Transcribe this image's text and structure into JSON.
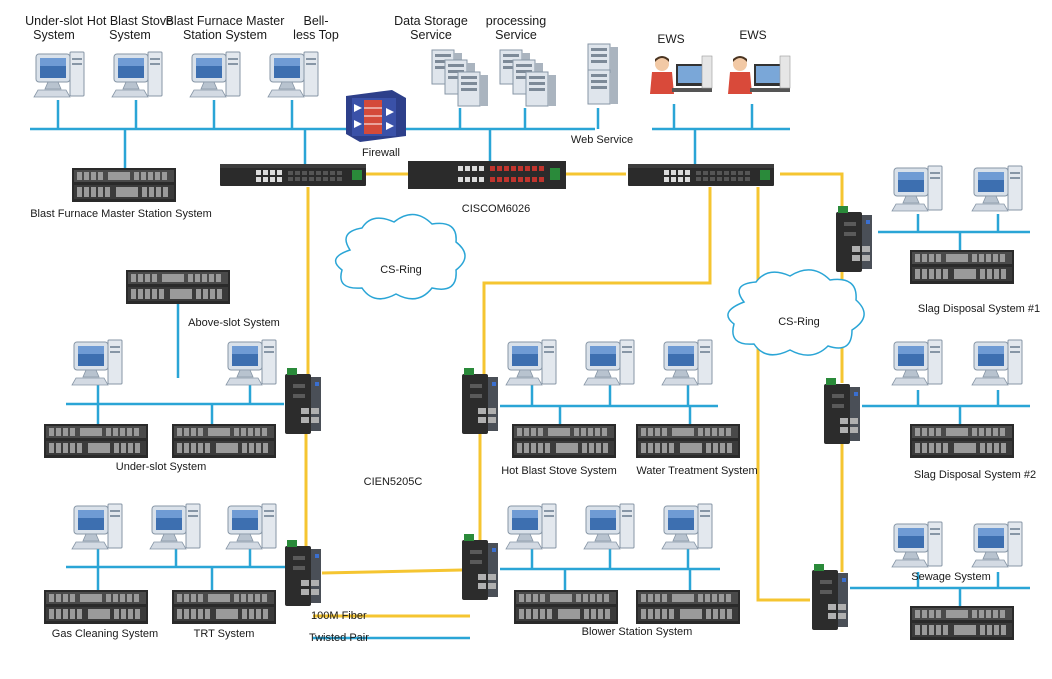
{
  "labels": {
    "under_slot_top": "Under-slot System",
    "hot_blast_top": "Hot Blast Stove System",
    "bf_master_top": "Blast Furnace Master Station System",
    "bell_less_top": "Bell-less Top",
    "data_storage": "Data Storage Service",
    "processing": "processing Service",
    "ews_1": "EWS",
    "ews_2": "EWS",
    "firewall": "Firewall",
    "web_service": "Web Service",
    "bf_master_server": "Blast Furnace Master Station System",
    "ciscom": "CISCOM6026",
    "cs_ring_1": "CS-Ring",
    "cs_ring_2": "CS-Ring",
    "above_slot": "Above-slot System",
    "under_slot_mid": "Under-slot System",
    "cien": "CIEN5205C",
    "hot_blast_mid": "Hot Blast Stove System",
    "water_treatment": "Water Treatment System",
    "slag_1": "Slag Disposal System #1",
    "slag_2": "Slag Disposal System #2",
    "sewage": "Sewage System",
    "gas_cleaning": "Gas Cleaning System",
    "trt": "TRT System",
    "blower": "Blower Station System"
  },
  "legend": {
    "fiber_label": "100M Fiber",
    "twisted_label": "Twisted Pair",
    "fiber_color": "#f5c531",
    "twisted_color": "#2aa5d6"
  }
}
